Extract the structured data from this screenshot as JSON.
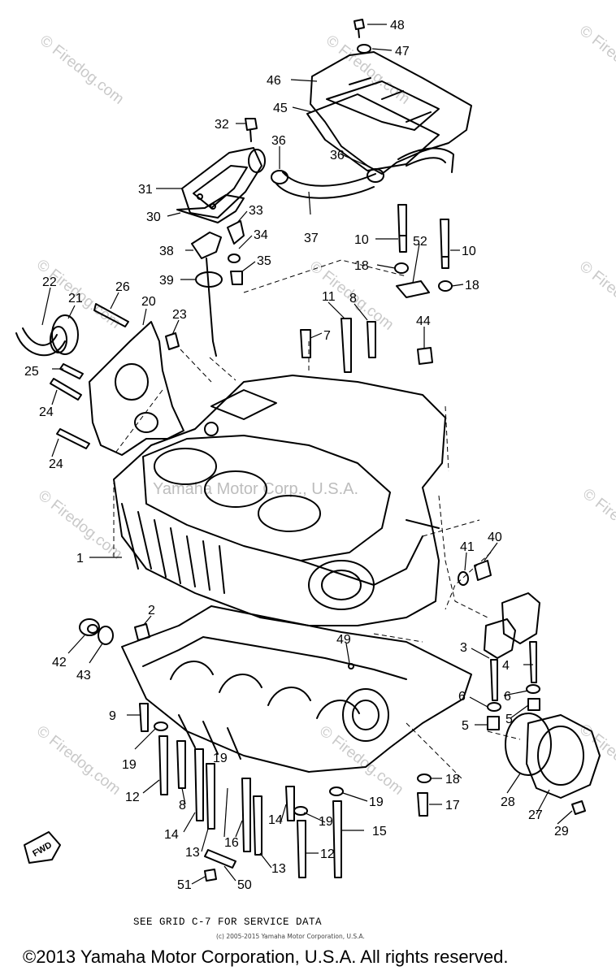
{
  "watermark": {
    "brand": "Firedog.com",
    "copyright_brand": "© Firedog.com",
    "mid_text": "Yamaha Motor Corp., U.S.A."
  },
  "callouts": [
    "48",
    "47",
    "46",
    "45",
    "32",
    "36",
    "36",
    "31",
    "30",
    "33",
    "34",
    "35",
    "37",
    "10",
    "10",
    "52",
    "18",
    "18",
    "38",
    "39",
    "22",
    "21",
    "26",
    "20",
    "23",
    "11",
    "8",
    "7",
    "44",
    "25",
    "24",
    "24",
    "1",
    "41",
    "40",
    "2",
    "42",
    "43",
    "49",
    "3",
    "4",
    "6",
    "6",
    "5",
    "5",
    "9",
    "19",
    "19",
    "12",
    "8",
    "14",
    "13",
    "16",
    "13",
    "12",
    "14",
    "19",
    "19",
    "15",
    "18",
    "17",
    "28",
    "27",
    "29",
    "51",
    "50"
  ],
  "fwd_label": "FWD",
  "footer": {
    "service_note": "SEE GRID C-7 FOR SERVICE DATA",
    "small_copyright": "(c) 2005-2015 Yamaha Motor Corporation, U.S.A.",
    "copyright": "©2013 Yamaha Motor Corporation, U.S.A. All rights reserved."
  },
  "colors": {
    "line": "#000000",
    "watermark": "#c9c9c9",
    "background": "#ffffff"
  }
}
